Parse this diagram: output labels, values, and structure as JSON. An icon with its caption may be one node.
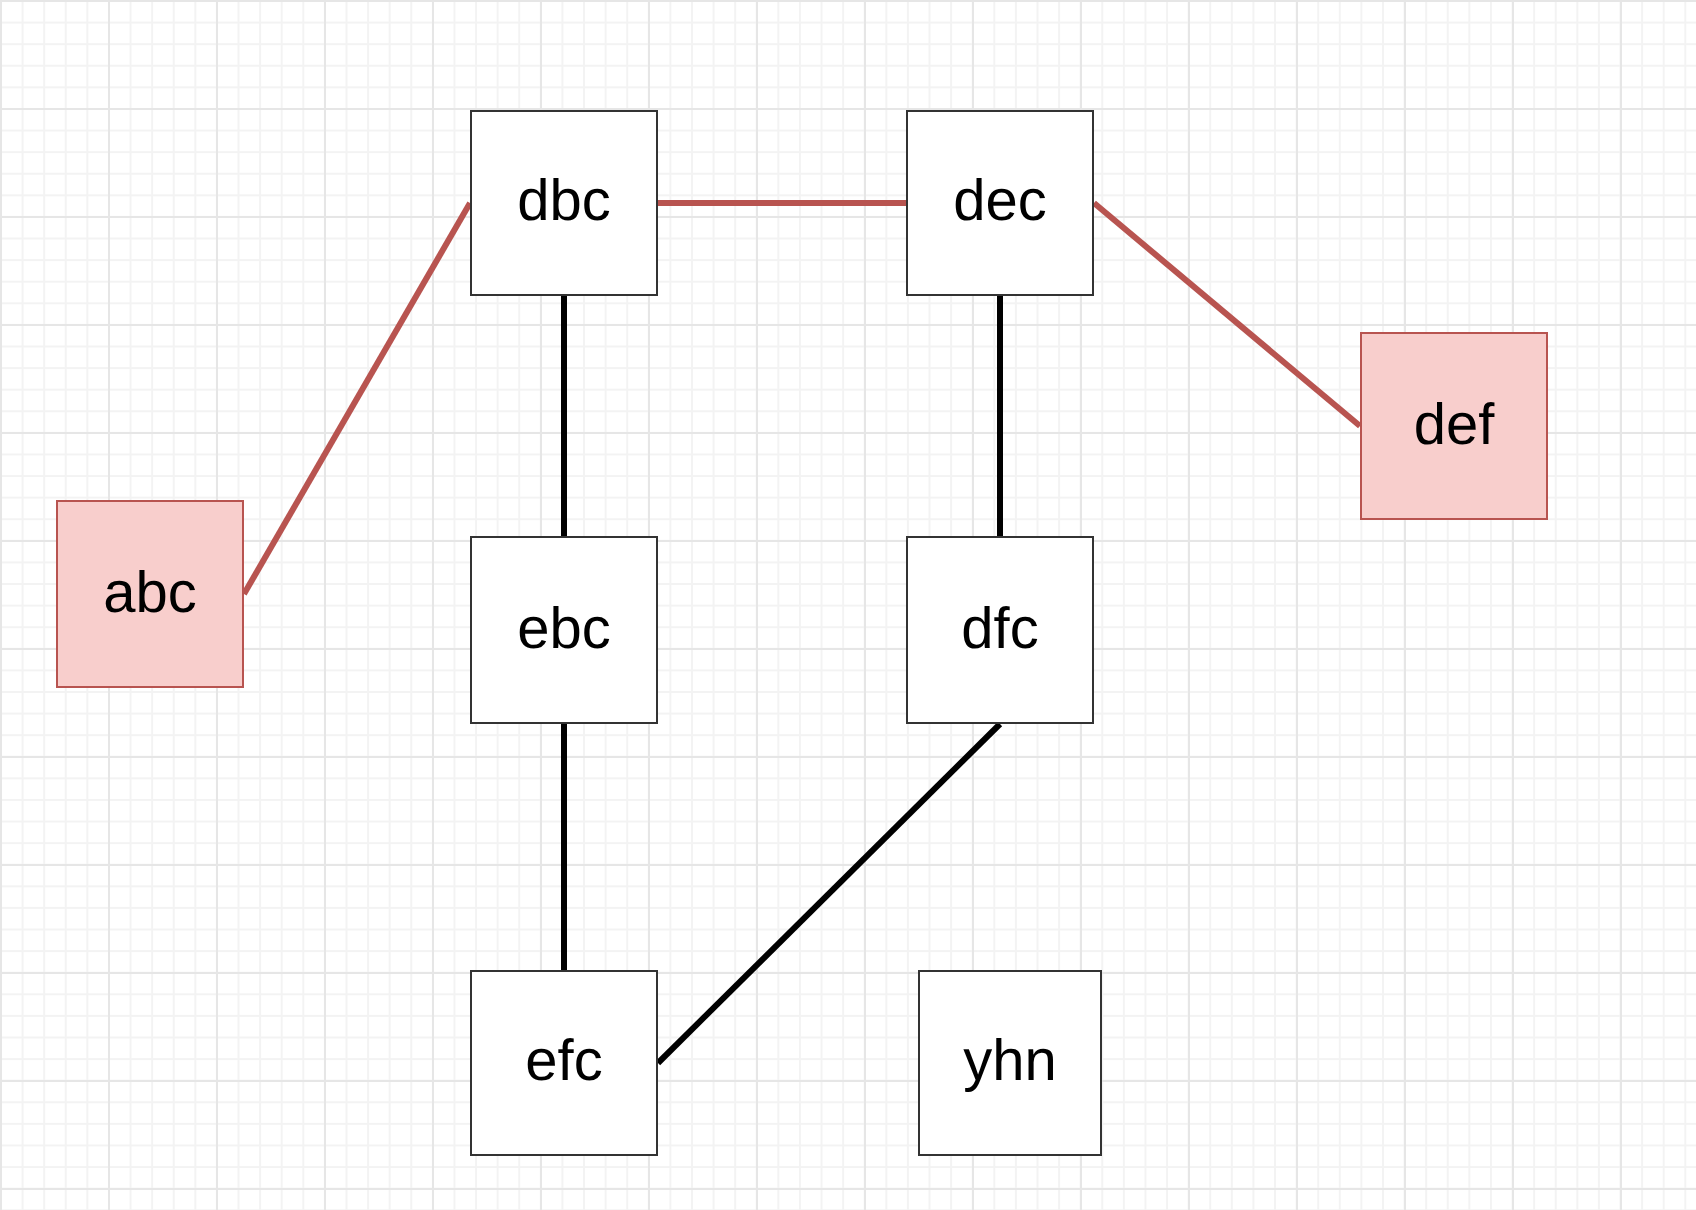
{
  "diagram": {
    "nodes": [
      {
        "text": [
          "abc"
        ]
      },
      {
        "text": [
          "dbc"
        ]
      },
      {
        "text": [
          "dec"
        ]
      },
      {
        "text": [
          "def"
        ]
      },
      {
        "text": [
          "ebc"
        ]
      },
      {
        "text": [
          "dfc"
        ]
      },
      {
        "text": [
          "efc"
        ]
      },
      {
        "text": [
          "yhn"
        ]
      }
    ],
    "edges": [
      {
        "from": 0,
        "to": 1,
        "arrow": "none",
        "color": "#b85450"
      },
      {
        "from": 1,
        "to": 2,
        "arrow": "none",
        "color": "#b85450"
      },
      {
        "from": 2,
        "to": 3,
        "arrow": "none",
        "color": "#b85450"
      },
      {
        "from": 1,
        "to": 4,
        "arrow": "none"
      },
      {
        "from": 2,
        "to": 5,
        "arrow": "none"
      },
      {
        "from": 4,
        "to": 6,
        "arrow": "none"
      },
      {
        "from": 5,
        "to": 6,
        "arrow": "none"
      }
    ]
  }
}
